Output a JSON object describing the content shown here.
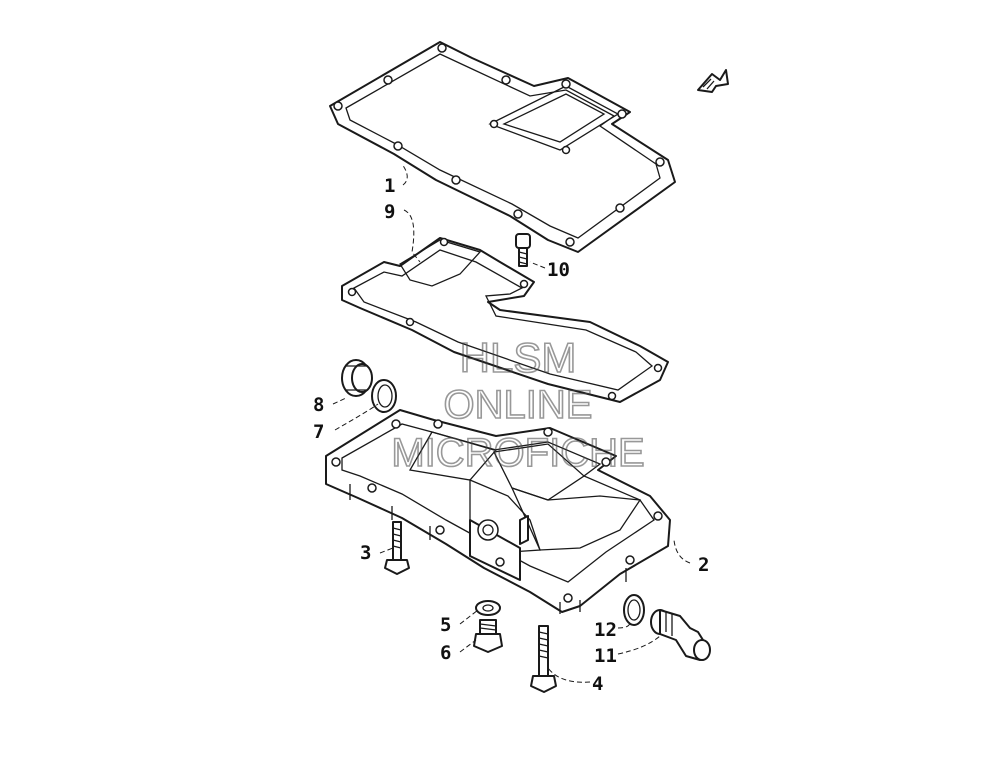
{
  "watermark": {
    "line1": "HLSM",
    "line2": "ONLINE",
    "line3": "MICROFICHE"
  },
  "callouts": {
    "c1": "1",
    "c2": "2",
    "c3": "3",
    "c4": "4",
    "c5": "5",
    "c6": "6",
    "c7": "7",
    "c8": "8",
    "c9": "9",
    "c10": "10",
    "c11": "11",
    "c12": "12"
  },
  "icons": {
    "orientation": "front-arrow-icon"
  },
  "colors": {
    "line": "#1a1a1a",
    "background": "#ffffff",
    "watermark": "#444444"
  }
}
